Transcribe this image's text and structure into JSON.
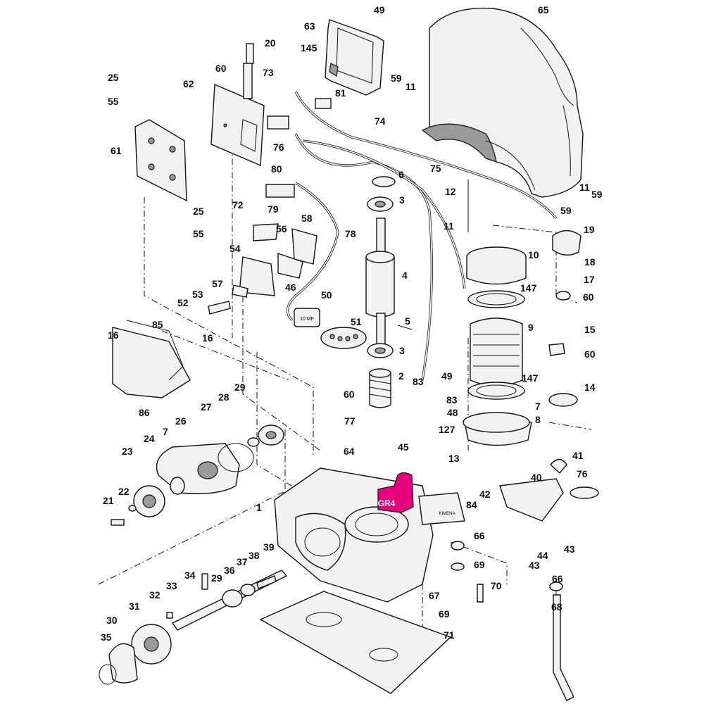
{
  "parts": {
    "p1": "1",
    "p2": "2",
    "p3a": "3",
    "p3b": "3",
    "p4": "4",
    "p5": "5",
    "p6": "6",
    "p7a": "7",
    "p7b": "7",
    "p8": "8",
    "p9": "9",
    "p10": "10",
    "p11a": "11",
    "p11b": "11",
    "p11c": "11",
    "p12": "12",
    "p13": "13",
    "p14": "14",
    "p15": "15",
    "p16a": "16",
    "p16b": "16",
    "p17": "17",
    "p18": "18",
    "p19": "19",
    "p20": "20",
    "p21": "21",
    "p22": "22",
    "p23": "23",
    "p24": "24",
    "p25a": "25",
    "p25b": "25",
    "p26": "26",
    "p27": "27",
    "p28": "28",
    "p29a": "29",
    "p29b": "29",
    "p30": "30",
    "p31": "31",
    "p32": "32",
    "p33": "33",
    "p34": "34",
    "p35": "35",
    "p36": "36",
    "p37": "37",
    "p38": "38",
    "p39": "39",
    "p40": "40",
    "p41": "41",
    "p42": "42",
    "p43a": "43",
    "p43b": "43",
    "p44": "44",
    "p45": "45",
    "p46": "46",
    "p48": "48",
    "p49a": "49",
    "p49b": "49",
    "p50": "50",
    "p51": "51",
    "p52": "52",
    "p53": "53",
    "p54": "54",
    "p55a": "55",
    "p55b": "55",
    "p56": "56",
    "p57": "57",
    "p58": "58",
    "p59a": "59",
    "p59b": "59",
    "p59c": "59",
    "p60a": "60",
    "p60b": "60",
    "p60c": "60",
    "p60d": "60",
    "p61": "61",
    "p62": "62",
    "p63": "63",
    "p64": "64",
    "p65": "65",
    "p66a": "66",
    "p66b": "66",
    "p67": "67",
    "p68": "68",
    "p69a": "69",
    "p69b": "69",
    "p70": "70",
    "p71": "71",
    "p72": "72",
    "p73": "73",
    "p74": "74",
    "p75": "75",
    "p76a": "76",
    "p76b": "76",
    "p77": "77",
    "p78": "78",
    "p79": "79",
    "p80": "80",
    "p81": "81",
    "p83a": "83",
    "p83b": "83",
    "p84": "84",
    "p85": "85",
    "p86": "86",
    "p127": "127",
    "p145": "145",
    "p147a": "147",
    "p147b": "147"
  },
  "tag": {
    "label": "GR4",
    "color": "#e6007e"
  },
  "capacitor_label": "10 MF",
  "strip_label": "KIMENA",
  "colors": {
    "ink": "#111111",
    "paper": "#ffffff",
    "accent": "#e6007e"
  }
}
